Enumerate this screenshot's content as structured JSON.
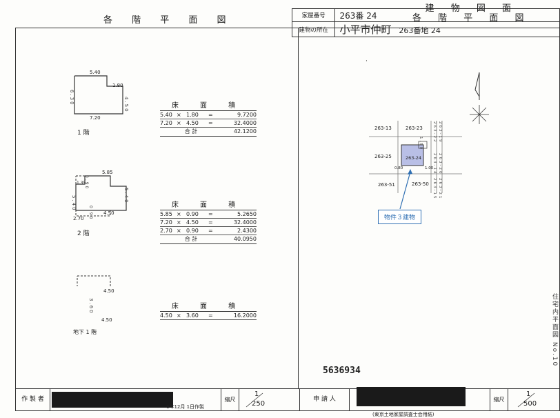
{
  "header": {
    "left_title": "各 階 平 面 図",
    "right_title_line1": "建 物 図 面",
    "right_title_line2": "各 階 平 面 図",
    "house_number_label": "家屋番号",
    "house_number_value": "263番 24",
    "location_label": "建物の所在",
    "location_handwritten": "小平市仲町",
    "location_value": "263番地 24"
  },
  "floors": [
    {
      "label": "1 階",
      "dims": {
        "top": "5.40",
        "step_w": "1.80",
        "right": "4.50",
        "left": "6.30",
        "bottom": "7.20"
      },
      "area_title": "床 面 積",
      "rows": [
        {
          "a": "5.40",
          "op": "×",
          "b": "1.80",
          "eq": "=",
          "r": "9.7200"
        },
        {
          "a": "7.20",
          "op": "×",
          "b": "4.50",
          "eq": "=",
          "r": "32.4000"
        }
      ],
      "total_label": "合 計",
      "total_value": "42.1200"
    },
    {
      "label": "2 階",
      "dims": {
        "top": "5.85",
        "notch_w": "1.35",
        "notch_h": "0.90",
        "right": "5.40",
        "left": "5.40",
        "b1": "0.90",
        "b2": "4.50",
        "bottom": "2.70"
      },
      "area_title": "床 面 積",
      "rows": [
        {
          "a": "5.85",
          "op": "×",
          "b": "0.90",
          "eq": "=",
          "r": "5.2650"
        },
        {
          "a": "7.20",
          "op": "×",
          "b": "4.50",
          "eq": "=",
          "r": "32.4000"
        },
        {
          "a": "2.70",
          "op": "×",
          "b": "0.90",
          "eq": "=",
          "r": "2.4300"
        }
      ],
      "total_label": "合 計",
      "total_value": "40.0950"
    },
    {
      "label": "地下 1 階",
      "dims": {
        "top": "4.50",
        "left": "3.60",
        "bottom": "4.50"
      },
      "area_title": "床 面 積",
      "rows": [
        {
          "a": "4.50",
          "op": "×",
          "b": "3.60",
          "eq": "=",
          "r": "16.2000"
        }
      ]
    }
  ],
  "site_map": {
    "lots": [
      "263-13",
      "263-23",
      "263-25",
      "263-24",
      "263-51",
      "263-50",
      "263-14",
      "263-20",
      "263-19",
      "263-21",
      "263-22",
      "263-15"
    ],
    "dim_left": "0.80",
    "dim_right": "1.00",
    "dim_top": "1.50",
    "callout": "物件３建物",
    "colors": {
      "highlight": "#b9bfe6",
      "callout": "#2f6fb3"
    }
  },
  "stamp_number": "5636934",
  "footer": {
    "maker_label": "作 製 者",
    "date_text": "6年12月 1日作製",
    "scale_label_left": "縮尺",
    "scale_left_num": "1",
    "scale_left_den": "250",
    "applicant_label": "申 請 人",
    "scale_label_right": "縮尺",
    "scale_right_num": "1",
    "scale_right_den": "500",
    "association": "(東京土地家屋調査士会用紙)"
  },
  "side_vertical": "住宅内平面図 No.10"
}
